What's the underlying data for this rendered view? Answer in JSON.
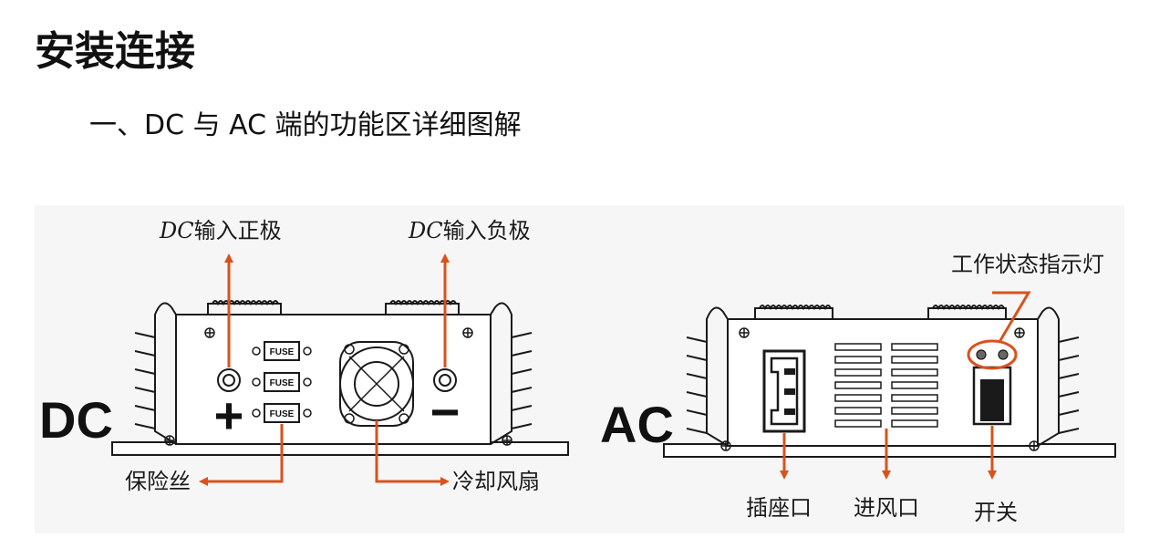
{
  "title": "安装连接",
  "heading": "一、DC 与 AC 端的功能区详细图解",
  "colors": {
    "arrow": "#d9521c",
    "line": "#1a1a1a",
    "background": "#f6f6f6"
  },
  "dc_panel": {
    "side_label": "DC",
    "plus_symbol": "+",
    "minus_symbol": "−",
    "fuse_label": "FUSE",
    "positive_prefix": "DC",
    "positive_text": "输入正极",
    "negative_prefix": "DC",
    "negative_text": "输入负极",
    "fuse_callout": "保险丝",
    "fan_callout": "冷却风扇"
  },
  "ac_panel": {
    "side_label": "AC",
    "indicator_callout": "工作状态指示灯",
    "socket_callout": "插座口",
    "vent_callout": "进风口",
    "switch_callout": "开关"
  }
}
